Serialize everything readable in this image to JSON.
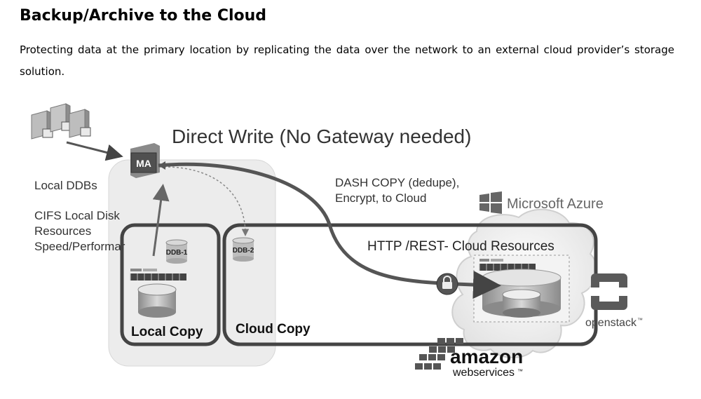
{
  "page": {
    "title": "Backup/Archive to the Cloud",
    "description": "Protecting data at the primary location by replicating the data over the network to an external cloud provider’s storage solution."
  },
  "diagram": {
    "heading": "Direct Write (No Gateway needed)",
    "media_agent_label": "MA",
    "left_notes": [
      "Local DDBs",
      "CIFS Local Disk",
      "Resources",
      "Speed/Performar"
    ],
    "dash_copy_lines": [
      "DASH COPY (dedupe),",
      "Encrypt, to Cloud"
    ],
    "cloud_resources_label": "HTTP /REST- Cloud Resources",
    "ddb1_label": "DDB-1",
    "ddb2_label": "DDB-2",
    "local_copy_label": "Local Copy",
    "cloud_copy_label": "Cloud Copy",
    "azure_label": "Microsoft Azure",
    "openstack_label": "openstack",
    "amazon_line1": "amazon",
    "amazon_line2": "webservices",
    "trademark": "™"
  }
}
